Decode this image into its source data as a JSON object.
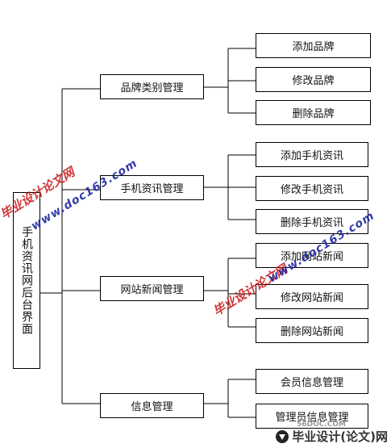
{
  "diagram": {
    "root": "手机资讯网后台界面",
    "categories": [
      {
        "label": "品牌类别管理",
        "children": [
          "添加品牌",
          "修改品牌",
          "删除品牌"
        ]
      },
      {
        "label": "手机资讯管理",
        "children": [
          "添加手机资讯",
          "修改手机资讯",
          "删除手机资讯"
        ]
      },
      {
        "label": "网站新闻管理",
        "children": [
          "添加网站新闻",
          "修改网站新闻",
          "删除网站新闻"
        ]
      },
      {
        "label": "信息管理",
        "children": [
          "会员信息管理",
          "管理员信息管理"
        ]
      }
    ]
  },
  "watermarks": {
    "line1": "毕业设计论文网",
    "line2": "www.doc163.com"
  },
  "footer": {
    "site": "56DOC.COM",
    "brand": "毕业设计(论文)网"
  }
}
